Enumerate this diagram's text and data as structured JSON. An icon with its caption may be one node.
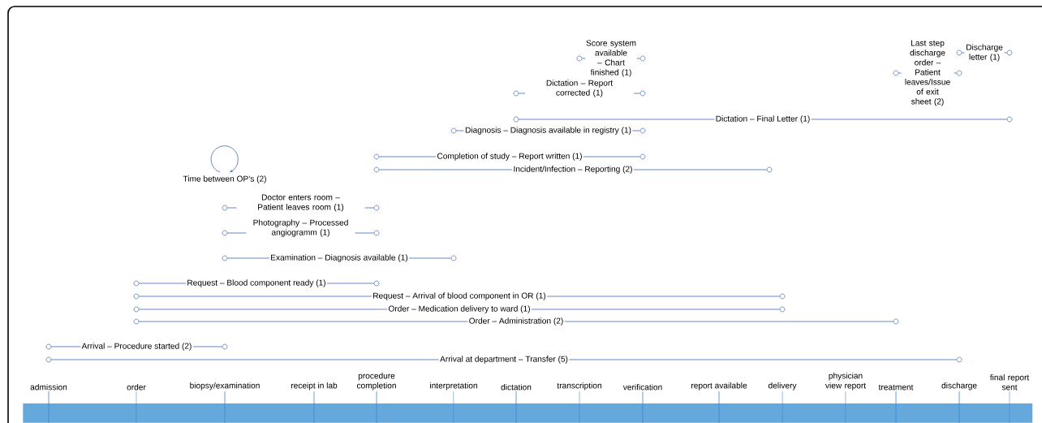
{
  "diagram": {
    "nodes": [
      {
        "text": [],
        "shape": "circle"
      },
      {
        "text": [],
        "shape": "circle"
      },
      {
        "text": [],
        "shape": "circle"
      },
      {
        "text": [],
        "shape": "circle"
      },
      {
        "text": [],
        "shape": "circle"
      },
      {
        "text": [],
        "shape": "circle"
      },
      {
        "text": [],
        "shape": "circle"
      },
      {
        "text": [],
        "shape": "circle"
      },
      {
        "text": [],
        "shape": "circle"
      },
      {
        "text": [],
        "shape": "circle"
      },
      {
        "text": [],
        "shape": "circle"
      },
      {
        "text": [],
        "shape": "circle"
      },
      {
        "text": [],
        "shape": "circle"
      },
      {
        "text": [],
        "shape": "circle"
      },
      {
        "text": [],
        "shape": "circle"
      },
      {
        "text": [],
        "shape": "circle"
      },
      {
        "text": [],
        "shape": "circle"
      },
      {
        "text": [],
        "shape": "circle"
      },
      {
        "text": [],
        "shape": "circle"
      },
      {
        "text": [],
        "shape": "circle"
      },
      {
        "text": [],
        "shape": "circle"
      },
      {
        "text": [],
        "shape": "circle"
      },
      {
        "text": [],
        "shape": "circle"
      },
      {
        "text": [],
        "shape": "circle"
      },
      {
        "text": [],
        "shape": "circle"
      },
      {
        "text": [],
        "shape": "circle"
      },
      {
        "text": [],
        "shape": "circle"
      },
      {
        "text": [],
        "shape": "circle"
      },
      {
        "text": [],
        "shape": "circle"
      },
      {
        "text": [],
        "shape": "circle"
      },
      {
        "text": [],
        "shape": "circle"
      },
      {
        "text": [],
        "shape": "circle"
      },
      {
        "text": [],
        "shape": "circle"
      },
      {
        "text": [],
        "shape": "circle"
      },
      {
        "text": [
          "Time between OP’s (2)"
        ]
      },
      {
        "text": [
          "admission"
        ]
      },
      {
        "text": [
          "order"
        ]
      },
      {
        "text": [
          "biopsy/examination"
        ]
      },
      {
        "text": [
          "receipt in lab"
        ]
      },
      {
        "text": [
          "procedure completion"
        ]
      },
      {
        "text": [
          "interpretation"
        ]
      },
      {
        "text": [
          "dictation"
        ]
      },
      {
        "text": [
          "transcription"
        ]
      },
      {
        "text": [
          "verification"
        ]
      },
      {
        "text": [
          "report available"
        ]
      },
      {
        "text": [
          "delivery"
        ]
      },
      {
        "text": [
          "physician view report"
        ]
      },
      {
        "text": [
          "treatment"
        ]
      },
      {
        "text": [
          "discharge"
        ]
      },
      {
        "text": [
          "final report sent"
        ]
      },
      {
        "text": [],
        "shape": "bar"
      }
    ],
    "edges": [
      {
        "from": 0,
        "to": 1,
        "arrow": "none",
        "label": "Discharge letter (1)"
      },
      {
        "from": 2,
        "to": 3,
        "arrow": "none",
        "label": "Last step discharge order – Patient leaves/Issue of exit sheet (2)"
      },
      {
        "from": 4,
        "to": 5,
        "arrow": "none",
        "label": "Score system available – Chart finished (1)"
      },
      {
        "from": 6,
        "to": 7,
        "arrow": "none",
        "label": "Dictation – Report corrected (1)"
      },
      {
        "from": 8,
        "to": 9,
        "arrow": "none",
        "label": "Dictation – Final Letter (1)"
      },
      {
        "from": 10,
        "to": 11,
        "arrow": "none",
        "label": "Diagnosis – Diagnosis available in registry (1)"
      },
      {
        "from": 12,
        "to": 13,
        "arrow": "none",
        "label": "Completion of study – Report written (1)"
      },
      {
        "from": 14,
        "to": 15,
        "arrow": "none",
        "label": "Incident/Infection – Reporting (2)"
      },
      {
        "from": 16,
        "to": 17,
        "arrow": "none",
        "label": "Doctor enters room – Patient leaves room (1)"
      },
      {
        "from": 18,
        "to": 19,
        "arrow": "none",
        "label": "Photography – Processed angiogramm (1)"
      },
      {
        "from": 20,
        "to": 21,
        "arrow": "none",
        "label": "Examination – Diagnosis available (1)"
      },
      {
        "from": 22,
        "to": 23,
        "arrow": "none",
        "label": "Request – Blood component ready (1)"
      },
      {
        "from": 24,
        "to": 25,
        "arrow": "none",
        "label": "Request – Arrival of blood component in OR (1)"
      },
      {
        "from": 26,
        "to": 27,
        "arrow": "none",
        "label": "Order – Medication delivery to ward (1)"
      },
      {
        "from": 28,
        "to": 29,
        "arrow": "none",
        "label": "Order – Administration (2)"
      },
      {
        "from": 30,
        "to": 31,
        "arrow": "none",
        "label": "Arrival – Procedure started (2)"
      },
      {
        "from": 32,
        "to": 33,
        "arrow": "none",
        "label": "Arrival at department – Transfer (5)"
      },
      {
        "from": 34,
        "to": 34,
        "arrow": "to"
      },
      {
        "from": 35,
        "to": 50,
        "arrow": "none"
      },
      {
        "from": 36,
        "to": 50,
        "arrow": "none"
      },
      {
        "from": 37,
        "to": 50,
        "arrow": "none"
      },
      {
        "from": 38,
        "to": 50,
        "arrow": "none"
      },
      {
        "from": 39,
        "to": 50,
        "arrow": "none"
      },
      {
        "from": 40,
        "to": 50,
        "arrow": "none"
      },
      {
        "from": 41,
        "to": 50,
        "arrow": "none"
      },
      {
        "from": 42,
        "to": 50,
        "arrow": "none"
      },
      {
        "from": 43,
        "to": 50,
        "arrow": "none"
      },
      {
        "from": 44,
        "to": 50,
        "arrow": "none"
      },
      {
        "from": 45,
        "to": 50,
        "arrow": "none"
      },
      {
        "from": 46,
        "to": 50,
        "arrow": "none"
      },
      {
        "from": 47,
        "to": 50,
        "arrow": "none"
      },
      {
        "from": 48,
        "to": 50,
        "arrow": "none"
      },
      {
        "from": 49,
        "to": 50,
        "arrow": "none"
      }
    ]
  }
}
